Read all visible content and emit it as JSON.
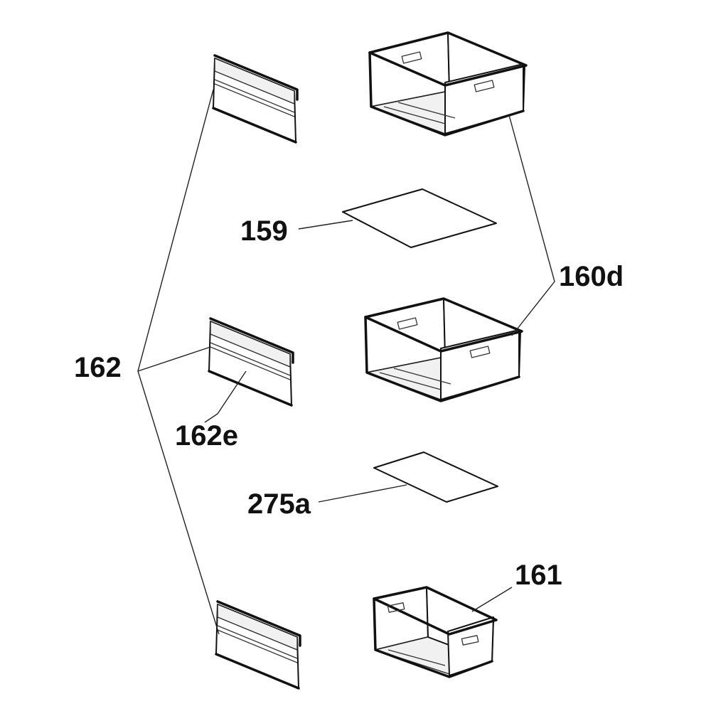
{
  "diagram": {
    "labels": {
      "front_panel": "162",
      "front_panel_face": "162e",
      "shelf_upper": "159",
      "shelf_lower": "275a",
      "drawer_pair": "160d",
      "drawer_bottom": "161"
    },
    "colors": {
      "ink": "#111111",
      "background": "#ffffff"
    }
  }
}
